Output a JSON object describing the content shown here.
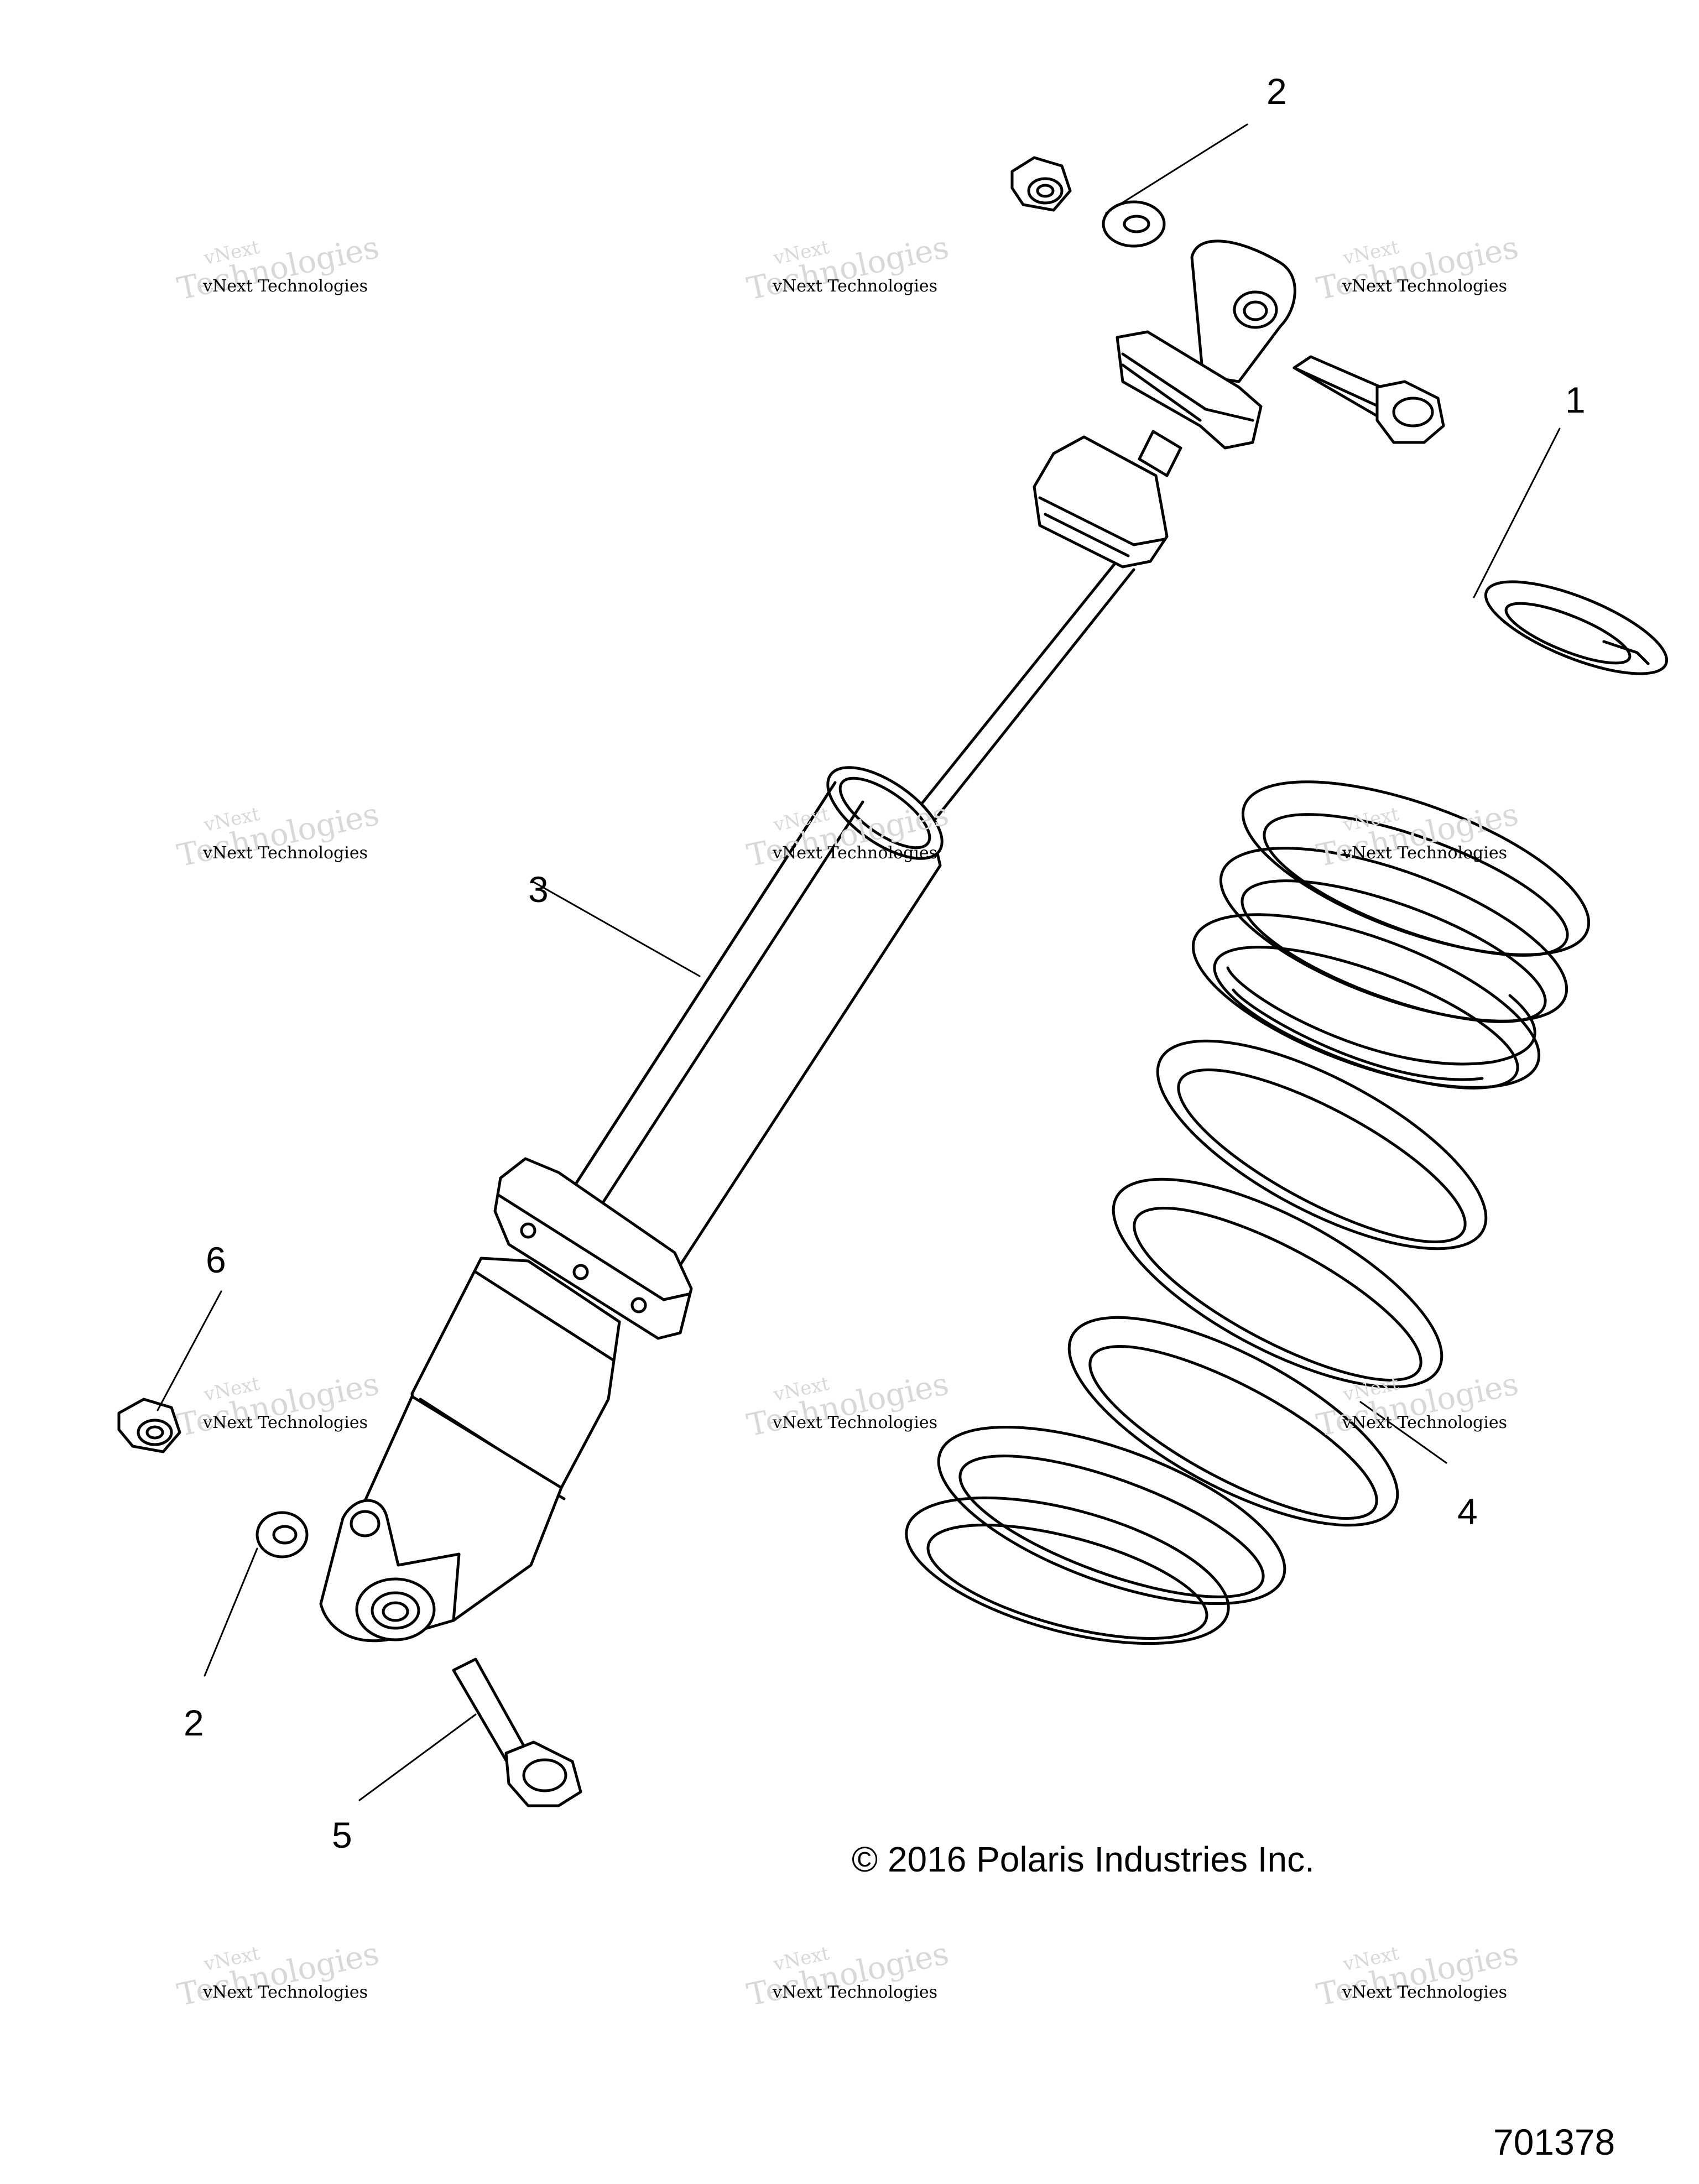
{
  "callouts": {
    "c1": "1",
    "c2_top": "2",
    "c2_bottom": "2",
    "c3": "3",
    "c4": "4",
    "c5": "5",
    "c6": "6"
  },
  "copyright": "© 2016 Polaris Industries Inc.",
  "figure_number": "701378",
  "watermark": {
    "line_small": "vNext",
    "line_large": "Technologies",
    "line_plain": "vNext Technologies"
  }
}
